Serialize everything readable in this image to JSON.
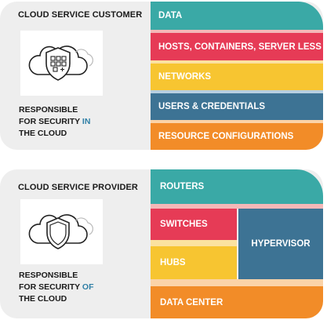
{
  "customer": {
    "heading": "CLOUD SERVICE CUSTOMER",
    "icon": "cloud-shield-grid-icon",
    "responsibility": {
      "line1": "RESPONSIBLE",
      "line2_pre": "FOR SECURITY ",
      "line2_hl": "IN",
      "line3": "THE CLOUD"
    },
    "layers": [
      {
        "label": "DATA",
        "color": "#3aa9a6"
      },
      {
        "label": "HOSTS, CONTAINERS, SERVER LESS",
        "color": "#e63b56"
      },
      {
        "label": "NETWORKS",
        "color": "#f7c531"
      },
      {
        "label": "USERS & CREDENTIALS",
        "color": "#3d7394"
      },
      {
        "label": "RESOURCE CONFIGURATIONS",
        "color": "#f28c28"
      }
    ]
  },
  "provider": {
    "heading": "CLOUD SERVICE PROVIDER",
    "icon": "cloud-shield-icon",
    "responsibility": {
      "line1": "RESPONSIBLE",
      "line2_pre": "FOR SECURITY ",
      "line2_hl": "OF",
      "line3": "THE CLOUD"
    },
    "layers": [
      {
        "label": "ROUTERS",
        "color": "#3aa9a6"
      },
      {
        "label": "SWITCHES",
        "color": "#e63b56"
      },
      {
        "label": "HUBS",
        "color": "#f7c531"
      },
      {
        "label": "HYPERVISOR",
        "color": "#3d7394"
      },
      {
        "label": "DATA CENTER",
        "color": "#f28c28"
      }
    ]
  },
  "colors": {
    "highlight": "#2f7fa6",
    "panel": "#eeeeee"
  }
}
